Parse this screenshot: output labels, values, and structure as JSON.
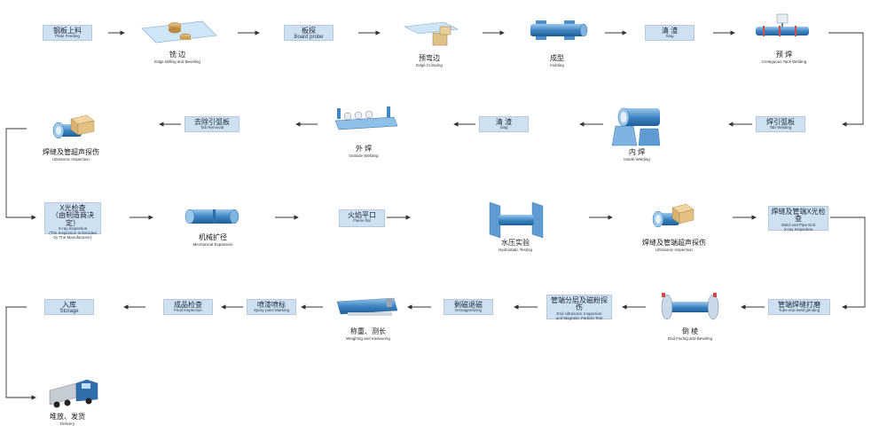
{
  "steps": {
    "plate_feeding": {
      "zh": "钢板上料",
      "en": "Plate Feeding"
    },
    "edge_milling": {
      "zh": "铣 边",
      "en": "Edge Milling and Beveling"
    },
    "board_probe": {
      "zh": "板探",
      "en": "Board probe"
    },
    "edge_crimping": {
      "zh": "预弯边",
      "en": "Edge Crimping"
    },
    "molding": {
      "zh": "成型",
      "en": "molding"
    },
    "slag_1": {
      "zh": "清 渣",
      "en": "Slag"
    },
    "tack_welding": {
      "zh": "预 焊",
      "en": "Contiguous Tack Welding"
    },
    "tab_welding": {
      "zh": "焊引弧板",
      "en": "Tab Welding"
    },
    "inside_welding": {
      "zh": "内 焊",
      "en": "Inside Welding"
    },
    "slag_2": {
      "zh": "清 渣",
      "en": "Slag"
    },
    "outside_welding": {
      "zh": "外 焊",
      "en": "Outside Welding"
    },
    "tab_removal": {
      "zh": "去除引弧板",
      "en": "Tab Removal"
    },
    "ut_1": {
      "zh": "焊缝及管超声探伤",
      "en": "Ultrasonic Inspection"
    },
    "xray_1": {
      "zh": "X光检查",
      "zh2": "（由制造商决定）",
      "en": "X-ray Inspection",
      "en2": "(The Inspection Is Decided",
      "en3": "by The Manufacturer)"
    },
    "mech_expansion": {
      "zh": "机械扩径",
      "en": "Mechanical Expansion"
    },
    "flame_flat": {
      "zh": "火焰平口",
      "en": "Flame flat"
    },
    "hydrostatic": {
      "zh": "水压实验",
      "en": "Hydrostatic Testing"
    },
    "ut_2": {
      "zh": "焊缝及管端超声探伤",
      "en": "Ultrasonic Inspection"
    },
    "xray_2": {
      "zh": "焊缝及管端X光检查",
      "en": "Weld and Pipe End",
      "en2": "X-ray Inspection"
    },
    "grinding": {
      "zh": "管端焊缝打磨",
      "en": "Tube end weld grinding"
    },
    "end_facing": {
      "zh": "倒 棱",
      "en": "End Facing and Beveling"
    },
    "end_ut_mpt": {
      "zh": "管端分层及磁粉探伤",
      "en": "End Ultrasonic Inspection",
      "en2": "and Magnetic Particle Test"
    },
    "demagnetizing": {
      "zh": "剩磁退磁",
      "en": "Demagnetizing"
    },
    "weighing": {
      "zh": "称重、测长",
      "en": "Weighing and measuring"
    },
    "spray_marking": {
      "zh": "喷漆喷标",
      "en": "Spray paint Marking"
    },
    "final_inspection": {
      "zh": "成品检查",
      "en": "Final Inspection"
    },
    "storage": {
      "zh": "入库",
      "en": "Storage"
    },
    "delivery": {
      "zh": "堆放、发货",
      "en": "Delivery"
    }
  },
  "colors": {
    "box_fill": "#cfe0f1",
    "pipe_blue": "#3f86c4",
    "arrow": "#333333"
  }
}
